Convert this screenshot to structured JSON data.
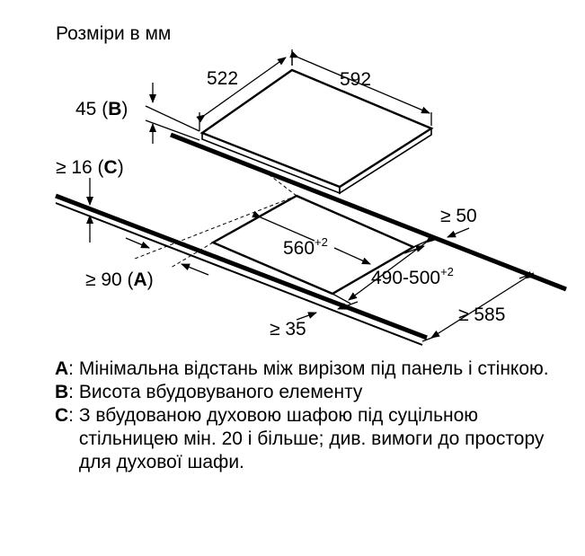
{
  "title": "Розміри в мм",
  "dims": {
    "width": "592",
    "depth": "522",
    "height_val": "45",
    "height_key": "B",
    "clear_val": "≥ 16",
    "clear_key": "C",
    "wall_val": "≥ 90",
    "wall_key": "A",
    "cut_width": "560",
    "cut_width_tol": "+2",
    "cut_depth": "490-500",
    "cut_depth_tol": "+2",
    "side_min": "≥ 50",
    "counter_depth": "≥ 585",
    "front_min": "≥ 35"
  },
  "legend": [
    {
      "key": "A",
      "text": "Мінімальна відстань між вирізом під панель і стінкою."
    },
    {
      "key": "B",
      "text": "Висота вбудовуваного елементу"
    },
    {
      "key": "C",
      "text": "З вбудованою духовою шафою під суцільною стільницею мін. 20 і більше; див. вимоги до простору для духової шафи."
    }
  ]
}
